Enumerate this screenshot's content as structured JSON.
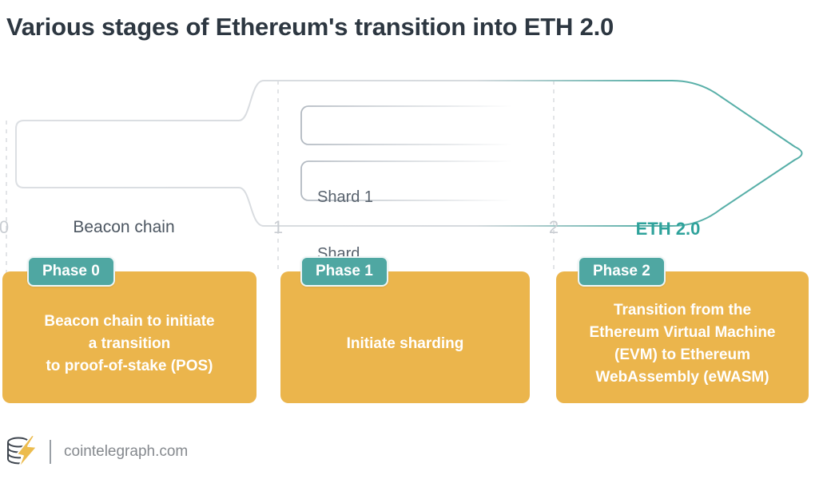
{
  "title": "Various stages of Ethereum's transition into ETH 2.0",
  "timeline": {
    "markers": [
      "0",
      "1",
      "2"
    ],
    "beacon_label": "Beacon chain",
    "shards": [
      "Shard 1",
      "Shard ..."
    ],
    "eth2_label": "ETH 2.0"
  },
  "phases": [
    {
      "badge": "Phase 0",
      "description": "Beacon chain to initiate\na transition\nto proof-of-stake (POS)"
    },
    {
      "badge": "Phase 1",
      "description": "Initiate sharding"
    },
    {
      "badge": "Phase 2",
      "description": "Transition from the\nEthereum Virtual Machine\n(EVM) to Ethereum\nWebAssembly (eWASM)"
    }
  ],
  "footer": {
    "site": "cointelegraph.com",
    "logo_icon": "cointelegraph-coin-stack-with-lightning-bolt"
  },
  "colors": {
    "phase_yellow": "#EBB54C",
    "badge_teal": "#4FA7A2",
    "arrow_teal": "#57AFA8",
    "eth2_text_teal": "#2EA29B",
    "title_text": "#2D3741",
    "beacon_text": "#4C5661",
    "shard_text": "#59636E",
    "marker_gray": "#C9CDD2",
    "edge_gray": "#DADDE1",
    "footer_text": "#85898E"
  }
}
